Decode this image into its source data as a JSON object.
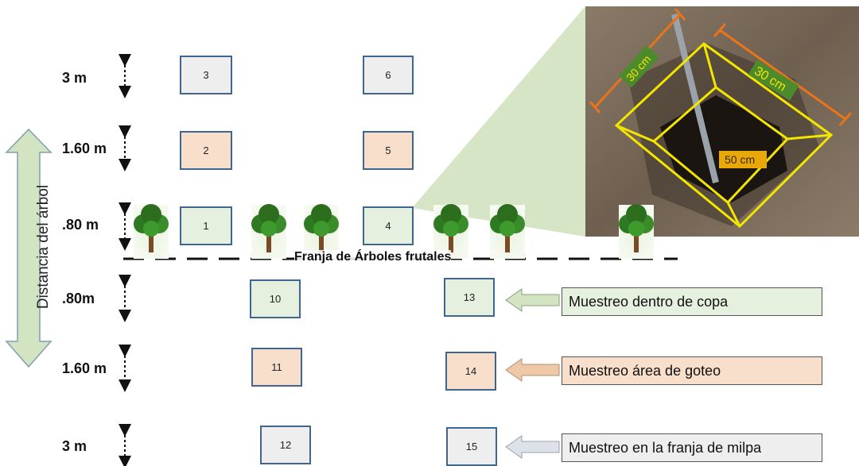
{
  "distances": [
    {
      "label": "3 m"
    },
    {
      "label": "1.60 m"
    },
    {
      "label": ".80 m"
    },
    {
      "label": ".80m"
    },
    {
      "label": "1.60 m"
    },
    {
      "label": "3 m"
    }
  ],
  "axis_label": "Distancia del árbol",
  "stripe_label": "Franja de Árboles frutales",
  "boxes": [
    "1",
    "2",
    "3",
    "4",
    "5",
    "6",
    "10",
    "11",
    "12",
    "13",
    "14",
    "15"
  ],
  "legend": {
    "crown": "Muestreo dentro de copa",
    "drip": "Muestreo área de goteo",
    "milpa": "Muestreo en la franja de milpa"
  },
  "photo": {
    "dim1": "30 cm",
    "dim2": "30 cm",
    "depth": "50 cm"
  },
  "colors": {
    "crown": "#e6f0de",
    "drip": "#f7dfcc",
    "milpa": "#eeeeef",
    "box_border": "#3f6690"
  }
}
